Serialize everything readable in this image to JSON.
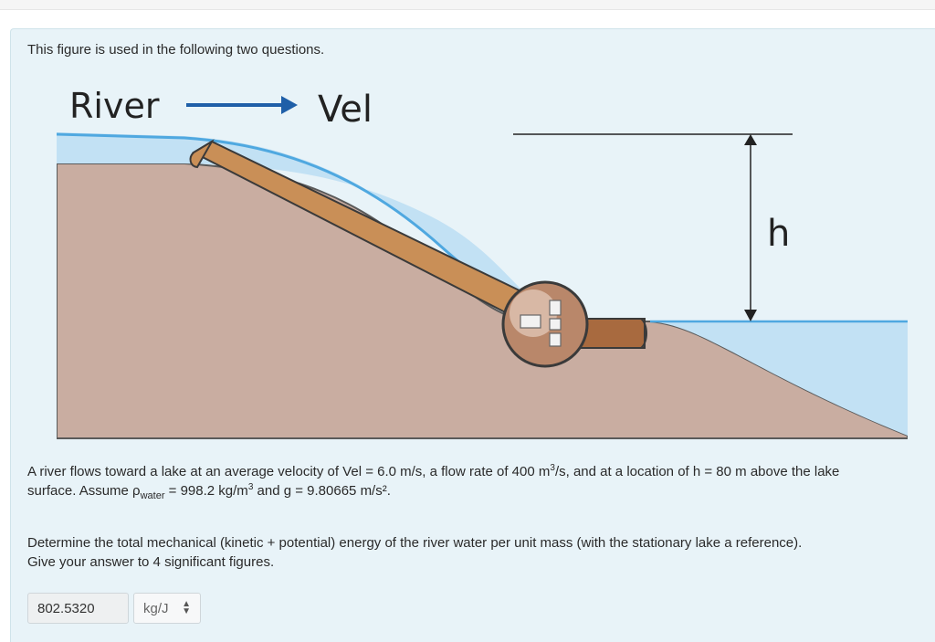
{
  "intro": "This figure is used in the following two questions.",
  "figure": {
    "river_label": "River",
    "vel_label": "Vel",
    "h_label": "h"
  },
  "question": {
    "line1_a": "A river flows toward a lake at an average velocity of Vel = 6.0 m/s, a flow rate of 400 m",
    "sup3": "3",
    "line1_b": "/s, and at a location of h = 80 m above the lake",
    "line2_a": "surface. Assume ρ",
    "sub_water": "water",
    "line2_b": " = 998.2 kg/m",
    "sup3b": "3",
    "line2_c": "  and g = 9.80665 m/s²."
  },
  "prompt": {
    "line1": "Determine the total mechanical (kinetic + potential) energy of the river water per unit mass (with the stationary lake a reference).",
    "line2": "Give your answer to 4 significant figures."
  },
  "answer": {
    "value": "802.5320",
    "unit": "kg/J"
  },
  "colors": {
    "water": "#c2e1f4",
    "water_line": "#4fa8e0",
    "ground": "#c9ada1",
    "pipe": "#c98f57",
    "arrow_blue": "#1f5fa8"
  }
}
